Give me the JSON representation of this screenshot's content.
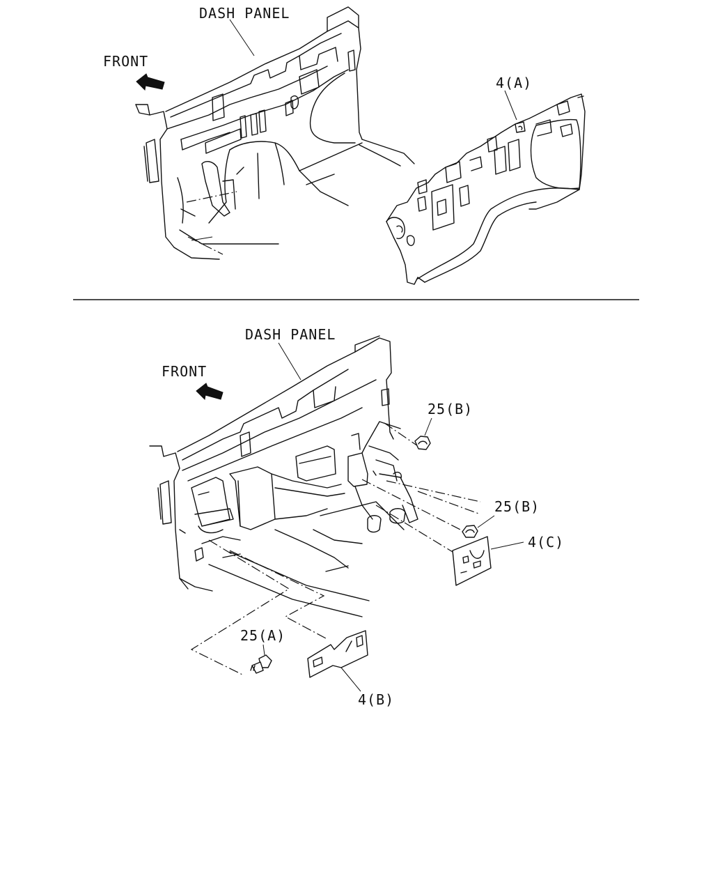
{
  "top_view": {
    "dash_panel_label": "DASH PANEL",
    "front_label": "FRONT",
    "part_4a_label": "4(A)"
  },
  "divider": true,
  "bottom_view": {
    "dash_panel_label": "DASH PANEL",
    "front_label": "FRONT",
    "part_25b_upper_label": "25(B)",
    "part_25b_lower_label": "25(B)",
    "part_4c_label": "4(C)",
    "part_25a_label": "25(A)",
    "part_4b_label": "4(B)"
  },
  "icons": [
    "front-arrow-icon",
    "front-arrow-icon"
  ]
}
